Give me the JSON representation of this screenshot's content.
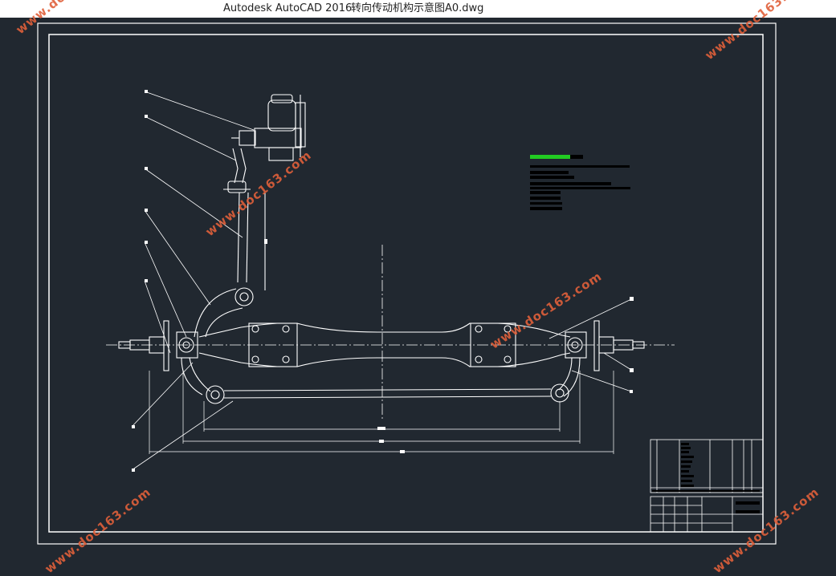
{
  "window": {
    "app_title": "Autodesk AutoCAD 2016",
    "file_title": "转向传动机构示意图A0.dwg"
  },
  "watermark": {
    "text": "www.doc163.com",
    "color": "#e0603a"
  },
  "colors": {
    "background": "#212830",
    "lines": "#ffffff",
    "highlight": "#22cc22"
  }
}
